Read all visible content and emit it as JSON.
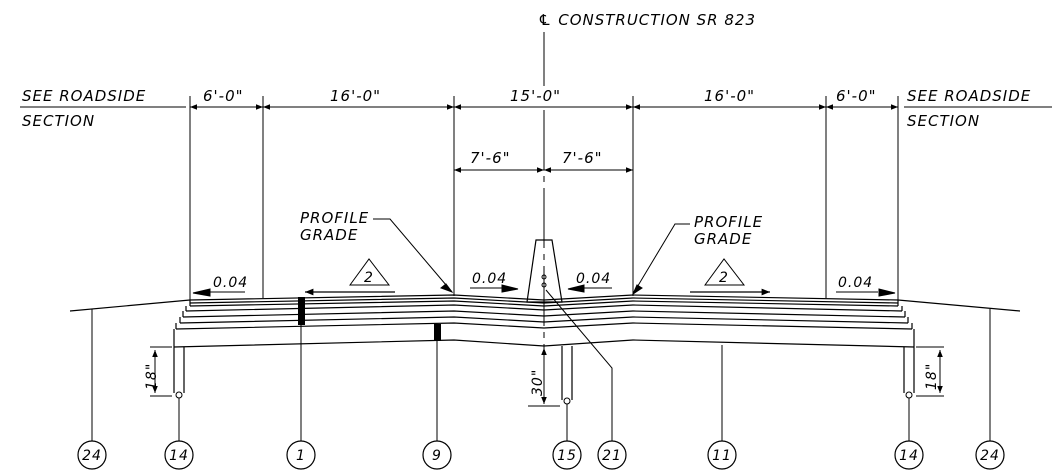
{
  "title": "℄ CONSTRUCTION SR 823",
  "side_labels": {
    "left_line1": "SEE ROADSIDE",
    "left_line2": "SECTION",
    "right_line1": "SEE ROADSIDE",
    "right_line2": "SECTION"
  },
  "dimensions": {
    "left_shoulder": "6'-0\"",
    "left_lane": "16'-0\"",
    "median": "15'-0\"",
    "right_lane": "16'-0\"",
    "right_shoulder": "6'-0\"",
    "half_median_left": "7'-6\"",
    "half_median_right": "7'-6\"",
    "curb_left": "18\"",
    "curb_right": "18\"",
    "center_depth": "30\""
  },
  "profile_grade": {
    "line1": "PROFILE",
    "line2": "GRADE"
  },
  "slopes": {
    "left_shoulder": "0.04",
    "left_median": "0.04",
    "right_median": "0.04",
    "right_shoulder": "0.04"
  },
  "lane_markers": {
    "left": "2",
    "right": "2"
  },
  "callouts": [
    "24",
    "14",
    "1",
    "9",
    "15",
    "21",
    "11",
    "14",
    "24"
  ]
}
